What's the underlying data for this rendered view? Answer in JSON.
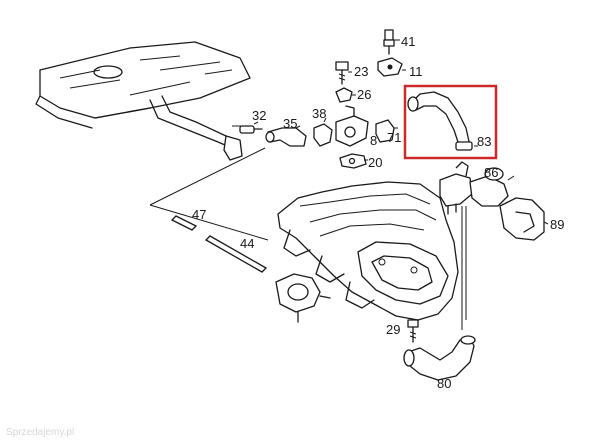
{
  "diagram": {
    "part_numbers": [
      "41",
      "23",
      "11",
      "26",
      "32",
      "35",
      "38",
      "8",
      "71",
      "83",
      "20",
      "86",
      "89",
      "47",
      "44",
      "29",
      "80"
    ],
    "highlighted_part": "83",
    "highlight_color": "#cc2a2a",
    "line_color": "#1a1a1a",
    "background_color": "#ffffff",
    "watermark": "Sprzedajemy.pl"
  }
}
